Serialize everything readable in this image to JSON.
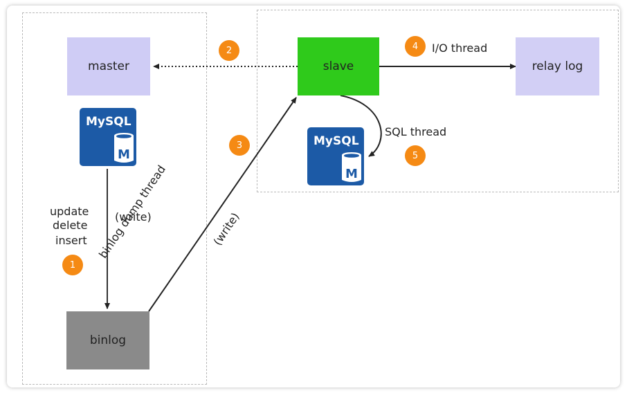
{
  "nodes": {
    "master": "master",
    "slave": "slave",
    "relay_log": "relay log",
    "binlog": "binlog"
  },
  "icons": {
    "mysql_text": "MySQL",
    "mysql_badge": "M"
  },
  "labels": {
    "update": "update",
    "delete": "delete",
    "insert": "insert",
    "write_left": "(write)",
    "binlog_dump_thread": "binlog dump thread",
    "write_diag": "(write)",
    "io_thread": "I/O thread",
    "sql_thread": "SQL thread"
  },
  "steps": [
    "1",
    "2",
    "3",
    "4",
    "5"
  ],
  "colors": {
    "master_fill": "#cfccf5",
    "slave_fill": "#2fca1b",
    "relay_fill": "#d2cff5",
    "binlog_fill": "#8a8a8a",
    "mysql_blue": "#1c5aa6",
    "step_badge": "#f58a14"
  }
}
